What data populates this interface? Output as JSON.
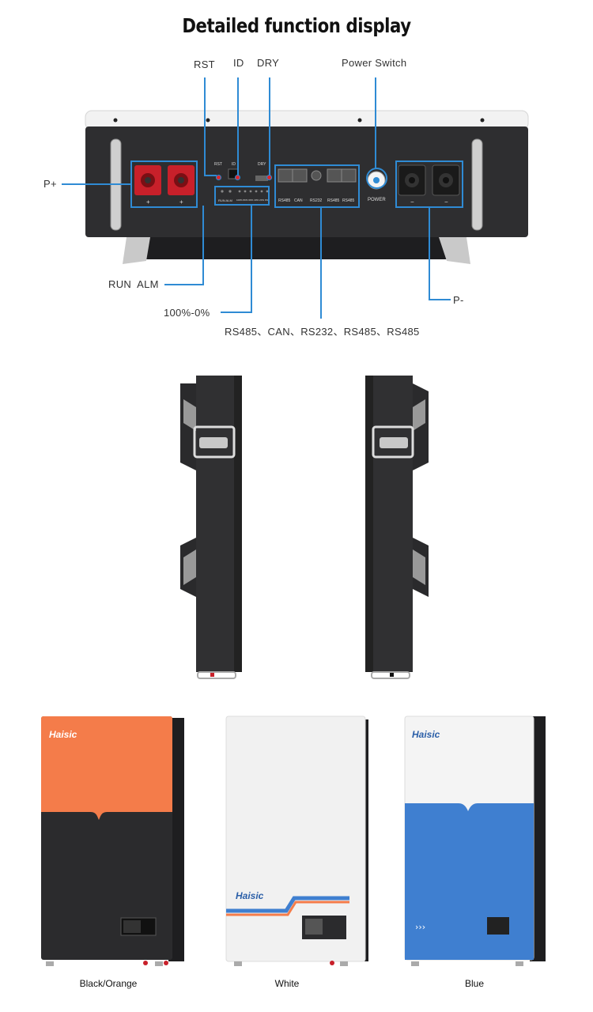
{
  "title": "Detailed function display",
  "callouts": {
    "rst": "RST",
    "id": "ID",
    "dry": "DRY",
    "power_switch": "Power Switch",
    "p_plus": "P+",
    "run_alm": "RUN  ALM",
    "soc": "100%-0%",
    "ports": "RS485、CAN、RS232、RS485、RS485",
    "p_minus": "P-"
  },
  "panel_labels": {
    "rst": "RST",
    "id": "ID",
    "dry": "DRY",
    "plus": "+",
    "minus": "−",
    "run_alm": "RUN ALM",
    "soc_leds": "100% 80% 60% 40% 20% 0%",
    "rs485": "RS485",
    "can": "CAN",
    "rs232": "RS232",
    "rs485_b": "RS485",
    "rs485_c": "RS485",
    "power": "POWER"
  },
  "brand": "Haisic",
  "colors": {
    "accent_blue": "#2f8bd4",
    "orange": "#f47c4a",
    "blue_panel": "#3f7fd0",
    "dark_body": "#2b2b2d"
  },
  "variants": [
    {
      "label": "Black/Orange"
    },
    {
      "label": "White"
    },
    {
      "label": "Blue"
    }
  ]
}
